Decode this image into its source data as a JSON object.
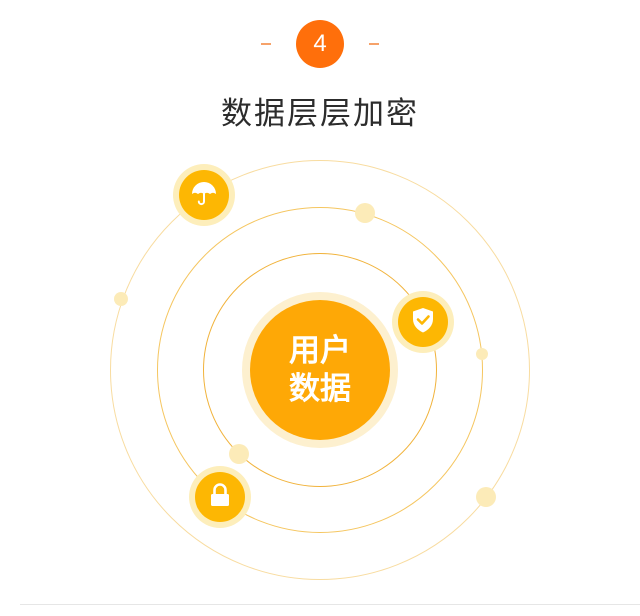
{
  "step": {
    "number": "4"
  },
  "title": "数据层层加密",
  "center": {
    "line1": "用户",
    "line2": "数据"
  },
  "nodes": {
    "umbrella": "umbrella-icon",
    "shield": "shield-check-icon",
    "lock": "lock-icon"
  },
  "colors": {
    "accent_orange": "#ff6f0b",
    "core_orange": "#fea806",
    "node_yellow": "#fdb703",
    "halo": "#fdeebb"
  }
}
